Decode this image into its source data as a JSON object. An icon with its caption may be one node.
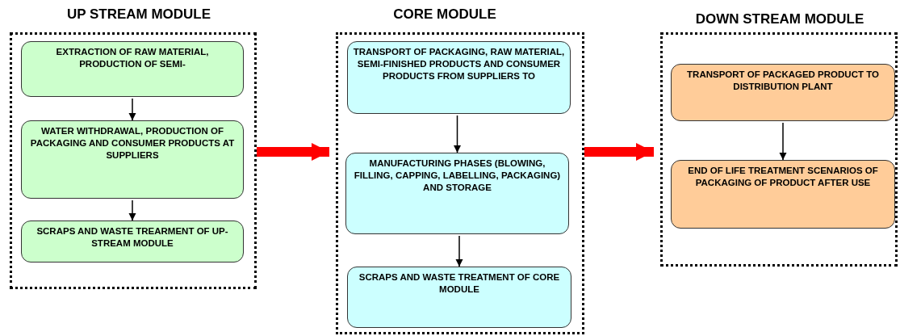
{
  "diagram": {
    "nodes": [
      {
        "text": [
          "UP STREAM MODULE"
        ]
      },
      {
        "text": [
          "EXTRACTION OF RAW MATERIAL, PRODUCTION OF SEMI-"
        ],
        "in": 0
      },
      {
        "text": [
          "WATER WITHDRAWAL, PRODUCTION OF PACKAGING AND CONSUMER PRODUCTS AT SUPPLIERS"
        ],
        "in": 0
      },
      {
        "text": [
          "SCRAPS AND WASTE TREARMENT OF UP-STREAM MODULE"
        ],
        "in": 0
      },
      {
        "text": [
          "CORE MODULE"
        ]
      },
      {
        "text": [
          "TRANSPORT OF PACKAGING, RAW MATERIAL, SEMI-FINISHED PRODUCTS AND CONSUMER PRODUCTS FROM SUPPLIERS TO"
        ],
        "in": 4
      },
      {
        "text": [
          "MANUFACTURING PHASES (BLOWING, FILLING,  CAPPING, LABELLING, PACKAGING) AND STORAGE"
        ],
        "in": 4
      },
      {
        "text": [
          "SCRAPS AND WASTE TREATMENT OF CORE MODULE"
        ],
        "in": 4
      },
      {
        "text": [
          "DOWN STREAM MODULE"
        ]
      },
      {
        "text": [
          "TRANSPORT OF PACKAGED PRODUCT TO DISTRIBUTION PLANT"
        ],
        "in": 8
      },
      {
        "text": [
          "END OF LIFE TREATMENT  SCENARIOS OF PACKAGING OF PRODUCT AFTER USE"
        ],
        "in": 8
      }
    ],
    "edges": [
      {
        "from": 1,
        "to": 2,
        "arrow": "to"
      },
      {
        "from": 2,
        "to": 3,
        "arrow": "to"
      },
      {
        "from": 5,
        "to": 6,
        "arrow": "to"
      },
      {
        "from": 6,
        "to": 7,
        "arrow": "to"
      },
      {
        "from": 9,
        "to": 10,
        "arrow": "to"
      },
      {
        "from": 0,
        "to": 4,
        "arrow": "to",
        "style": "thick",
        "color": "#ff0000"
      },
      {
        "from": 4,
        "to": 8,
        "arrow": "to",
        "style": "thick",
        "color": "#ff0000"
      }
    ]
  }
}
